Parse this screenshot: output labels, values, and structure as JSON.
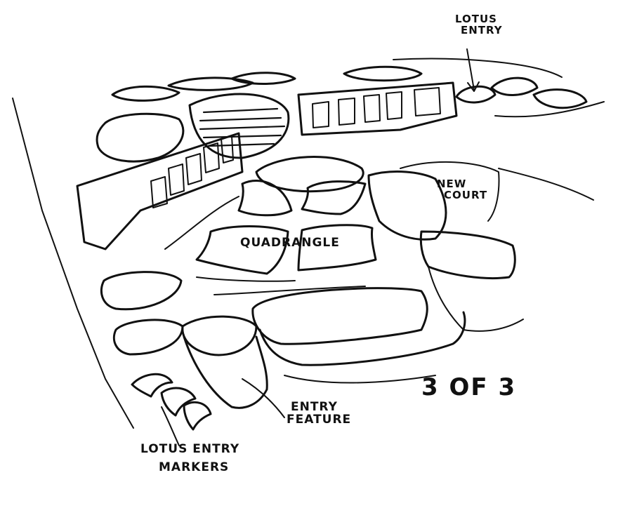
{
  "labels": {
    "lotus_entry_top": [
      "LOTUS",
      "ENTRY"
    ],
    "new_court": [
      "NEW",
      "COURT"
    ],
    "quadrangle": "QUADRANGLE",
    "entry_feature": [
      "ENTRY",
      "FEATURE"
    ],
    "lotus_entry_markers": [
      "LOTUS ENTRY",
      "MARKERS"
    ],
    "sheet_number": "3 OF 3"
  }
}
